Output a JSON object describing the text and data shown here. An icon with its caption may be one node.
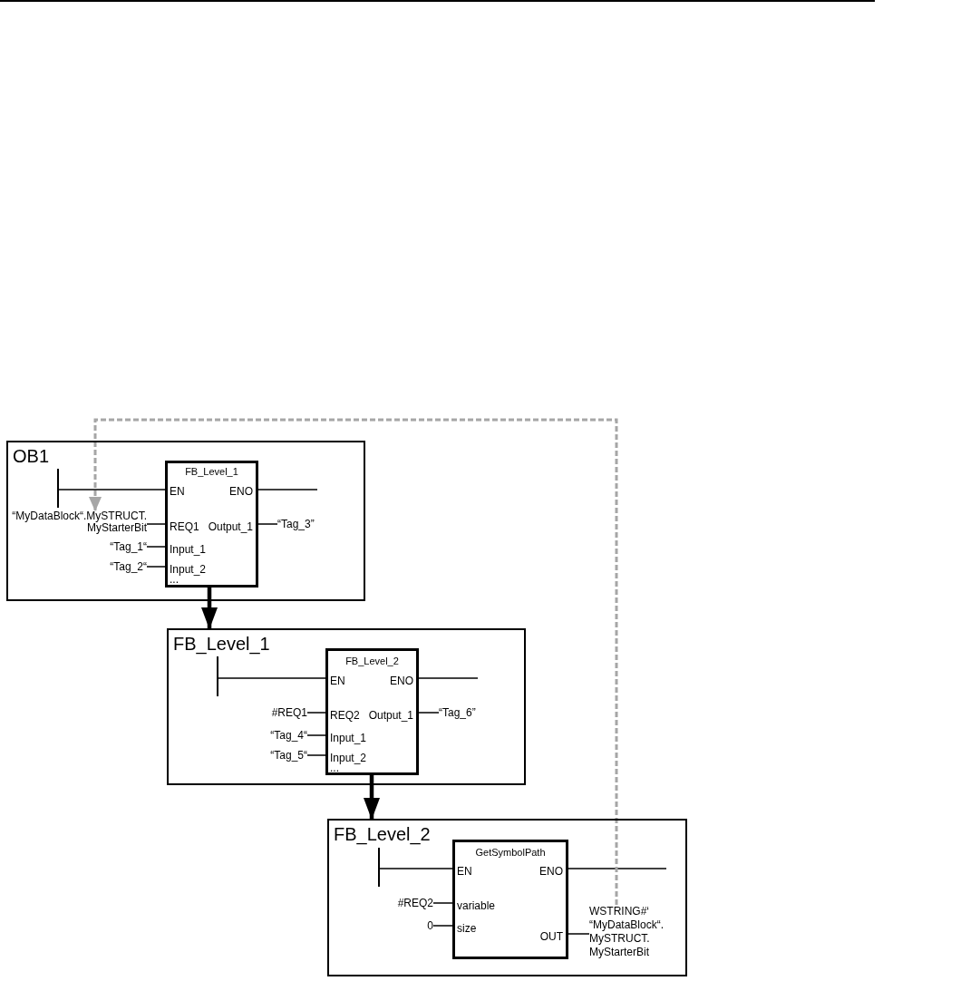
{
  "diagram": {
    "nodes": [
      {
        "text": [
          "OB1"
        ]
      },
      {
        "text": [],
        "shape": "bar",
        "in": 0
      },
      {
        "text": [
          "FB_Level_1",
          "EN",
          "ENO",
          "REQ1",
          "Output_1",
          "Input_1",
          "Input_2",
          "..."
        ],
        "in": 0
      },
      {
        "text": [
          "“MyDataBlock“.MySTRUCT. MyStarterBit"
        ],
        "in": 0
      },
      {
        "text": [
          "“Tag_1“"
        ],
        "in": 0
      },
      {
        "text": [
          "“Tag_2“"
        ],
        "in": 0
      },
      {
        "text": [
          "“Tag_3”"
        ],
        "in": 0
      },
      {
        "text": [
          "FB_Level_1"
        ]
      },
      {
        "text": [],
        "shape": "bar",
        "in": 7
      },
      {
        "text": [
          "FB_Level_2",
          "EN",
          "ENO",
          "REQ2",
          "Output_1",
          "Input_1",
          "Input_2",
          "..."
        ],
        "in": 7
      },
      {
        "text": [
          "#REQ1"
        ],
        "in": 7
      },
      {
        "text": [
          "“Tag_4“"
        ],
        "in": 7
      },
      {
        "text": [
          "“Tag_5“"
        ],
        "in": 7
      },
      {
        "text": [
          "“Tag_6”"
        ],
        "in": 7
      },
      {
        "text": [
          "FB_Level_2"
        ]
      },
      {
        "text": [],
        "shape": "bar",
        "in": 14
      },
      {
        "text": [
          "GetSymbolPath",
          "EN",
          "ENO",
          "variable",
          "size",
          "OUT"
        ],
        "in": 14
      },
      {
        "text": [
          "#REQ2"
        ],
        "in": 14
      },
      {
        "text": [
          "0"
        ],
        "in": 14
      },
      {
        "text": [
          "WSTRING#‘ “MyDataBlock“. MySTRUCT. MyStarterBit"
        ],
        "in": 14
      }
    ],
    "edges": [
      {
        "from": 1,
        "to": 2,
        "arrow": "none"
      },
      {
        "from": 2,
        "to": null,
        "arrow": "none"
      },
      {
        "from": 3,
        "to": 2,
        "arrow": "none"
      },
      {
        "from": 2,
        "to": 6,
        "arrow": "none"
      },
      {
        "from": 4,
        "to": 2,
        "arrow": "none"
      },
      {
        "from": 5,
        "to": 2,
        "arrow": "none"
      },
      {
        "from": 2,
        "to": 7,
        "arrow": "to",
        "style": "thick"
      },
      {
        "from": 8,
        "to": 9,
        "arrow": "none"
      },
      {
        "from": 9,
        "to": null,
        "arrow": "none"
      },
      {
        "from": 10,
        "to": 9,
        "arrow": "none"
      },
      {
        "from": 9,
        "to": 13,
        "arrow": "none"
      },
      {
        "from": 11,
        "to": 9,
        "arrow": "none"
      },
      {
        "from": 12,
        "to": 9,
        "arrow": "none"
      },
      {
        "from": 9,
        "to": 14,
        "arrow": "to",
        "style": "thick"
      },
      {
        "from": 15,
        "to": 16,
        "arrow": "none"
      },
      {
        "from": 16,
        "to": null,
        "arrow": "none"
      },
      {
        "from": 17,
        "to": 16,
        "arrow": "none"
      },
      {
        "from": 18,
        "to": 16,
        "arrow": "none"
      },
      {
        "from": 16,
        "to": 19,
        "arrow": "none"
      },
      {
        "from": 19,
        "to": 3,
        "arrow": "to",
        "style": "dashed",
        "color": "#a6a6a6"
      }
    ]
  }
}
